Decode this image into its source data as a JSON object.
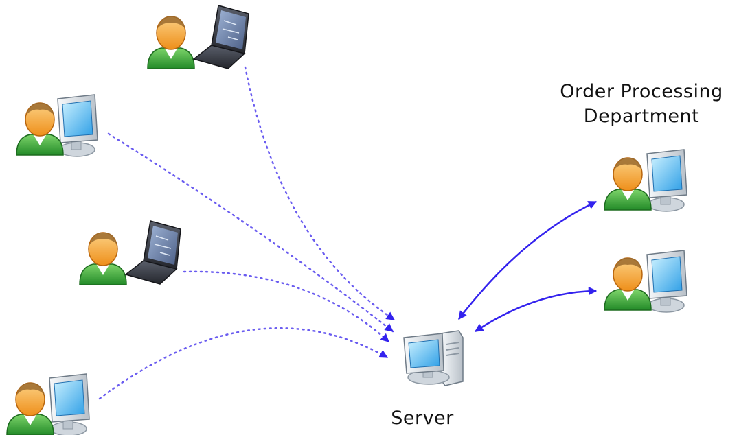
{
  "labels": {
    "department_line1": "Order Processing",
    "department_line2": "Department",
    "server": "Server"
  },
  "nodes": {
    "remote_users": [
      {
        "device": "laptop"
      },
      {
        "device": "desktop"
      },
      {
        "device": "laptop"
      },
      {
        "device": "desktop"
      }
    ],
    "department_users": [
      {
        "device": "desktop"
      },
      {
        "device": "desktop"
      }
    ],
    "server": {
      "device": "server-computer"
    }
  },
  "connections": {
    "remote_to_server": {
      "style": "dotted",
      "direction": "one-way"
    },
    "department_to_server": {
      "style": "solid",
      "direction": "two-way"
    }
  },
  "colors": {
    "arrow": "#3322ee",
    "dotted_line": "#6a5cf0",
    "person_head": "#f5a33a",
    "person_body": "#3aa83a",
    "screen": "#59c6f5",
    "device_body": "#d8dde3",
    "laptop_body": "#3c3f48"
  }
}
